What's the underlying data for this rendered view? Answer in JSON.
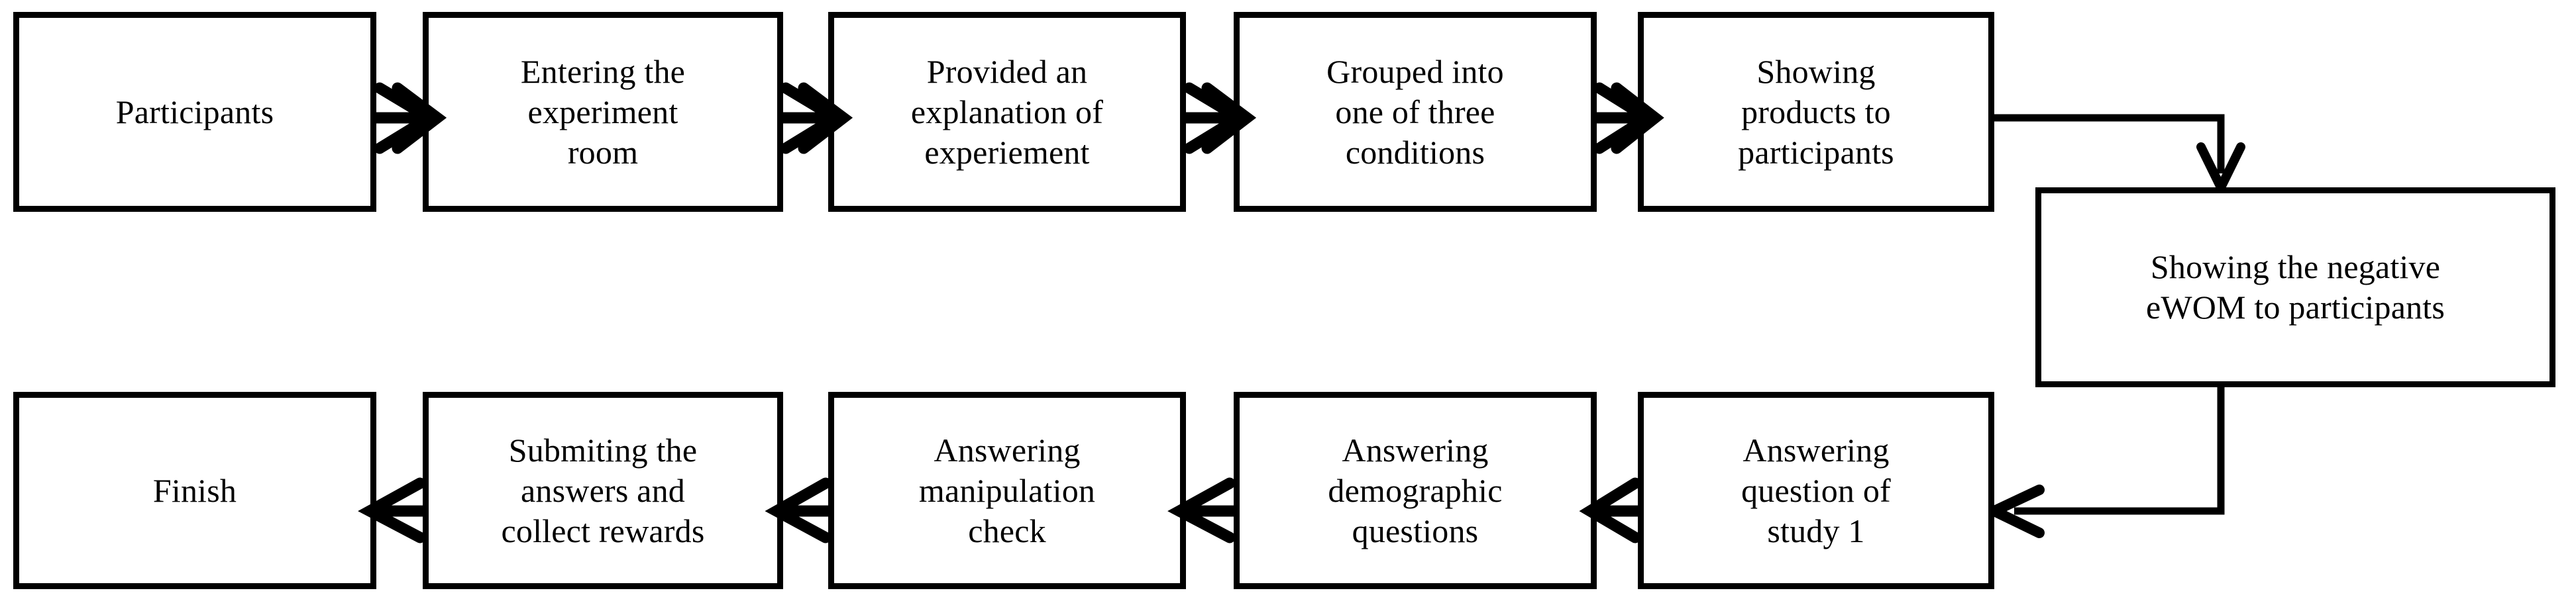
{
  "diagram": {
    "title": "Experiment procedure flowchart",
    "type": "flowchart",
    "orientation": "snake-left-to-right-then-right-to-left",
    "background_color": "#ffffff",
    "line_color": "#000000",
    "text_color": "#000000"
  },
  "nodes": {
    "participants": {
      "label": "Participants"
    },
    "entering_room": {
      "label": "Entering the\nexperiment\nroom"
    },
    "explanation": {
      "label": "Provided an\nexplanation of\nexperiement"
    },
    "grouped": {
      "label": "Grouped into\none of three\nconditions"
    },
    "showing_products": {
      "label": "Showing\nproducts to\nparticipants"
    },
    "showing_ewom": {
      "label": "Showing the negative\neWOM  to participants"
    },
    "answering_study1": {
      "label": "Answering\nquestion of\nstudy 1"
    },
    "answering_demographic": {
      "label": "Answering\ndemographic\nquestions"
    },
    "answering_manipulation": {
      "label": "Answering\nmanipulation\ncheck"
    },
    "submitting": {
      "label": "Submiting the\nanswers and\ncollect rewards"
    },
    "finish": {
      "label": "Finish"
    }
  },
  "edges": [
    {
      "from": "participants",
      "to": "entering_room",
      "style": "double-chevron-right"
    },
    {
      "from": "entering_room",
      "to": "explanation",
      "style": "double-chevron-right"
    },
    {
      "from": "explanation",
      "to": "grouped",
      "style": "double-chevron-right"
    },
    {
      "from": "grouped",
      "to": "showing_products",
      "style": "double-chevron-right"
    },
    {
      "from": "showing_products",
      "to": "showing_ewom",
      "style": "elbow-right-then-down"
    },
    {
      "from": "showing_ewom",
      "to": "answering_study1",
      "style": "elbow-down-then-left"
    },
    {
      "from": "answering_study1",
      "to": "answering_demographic",
      "style": "arrow-left"
    },
    {
      "from": "answering_demographic",
      "to": "answering_manipulation",
      "style": "arrow-left"
    },
    {
      "from": "answering_manipulation",
      "to": "submitting",
      "style": "arrow-left"
    },
    {
      "from": "submitting",
      "to": "finish",
      "style": "arrow-left"
    }
  ]
}
